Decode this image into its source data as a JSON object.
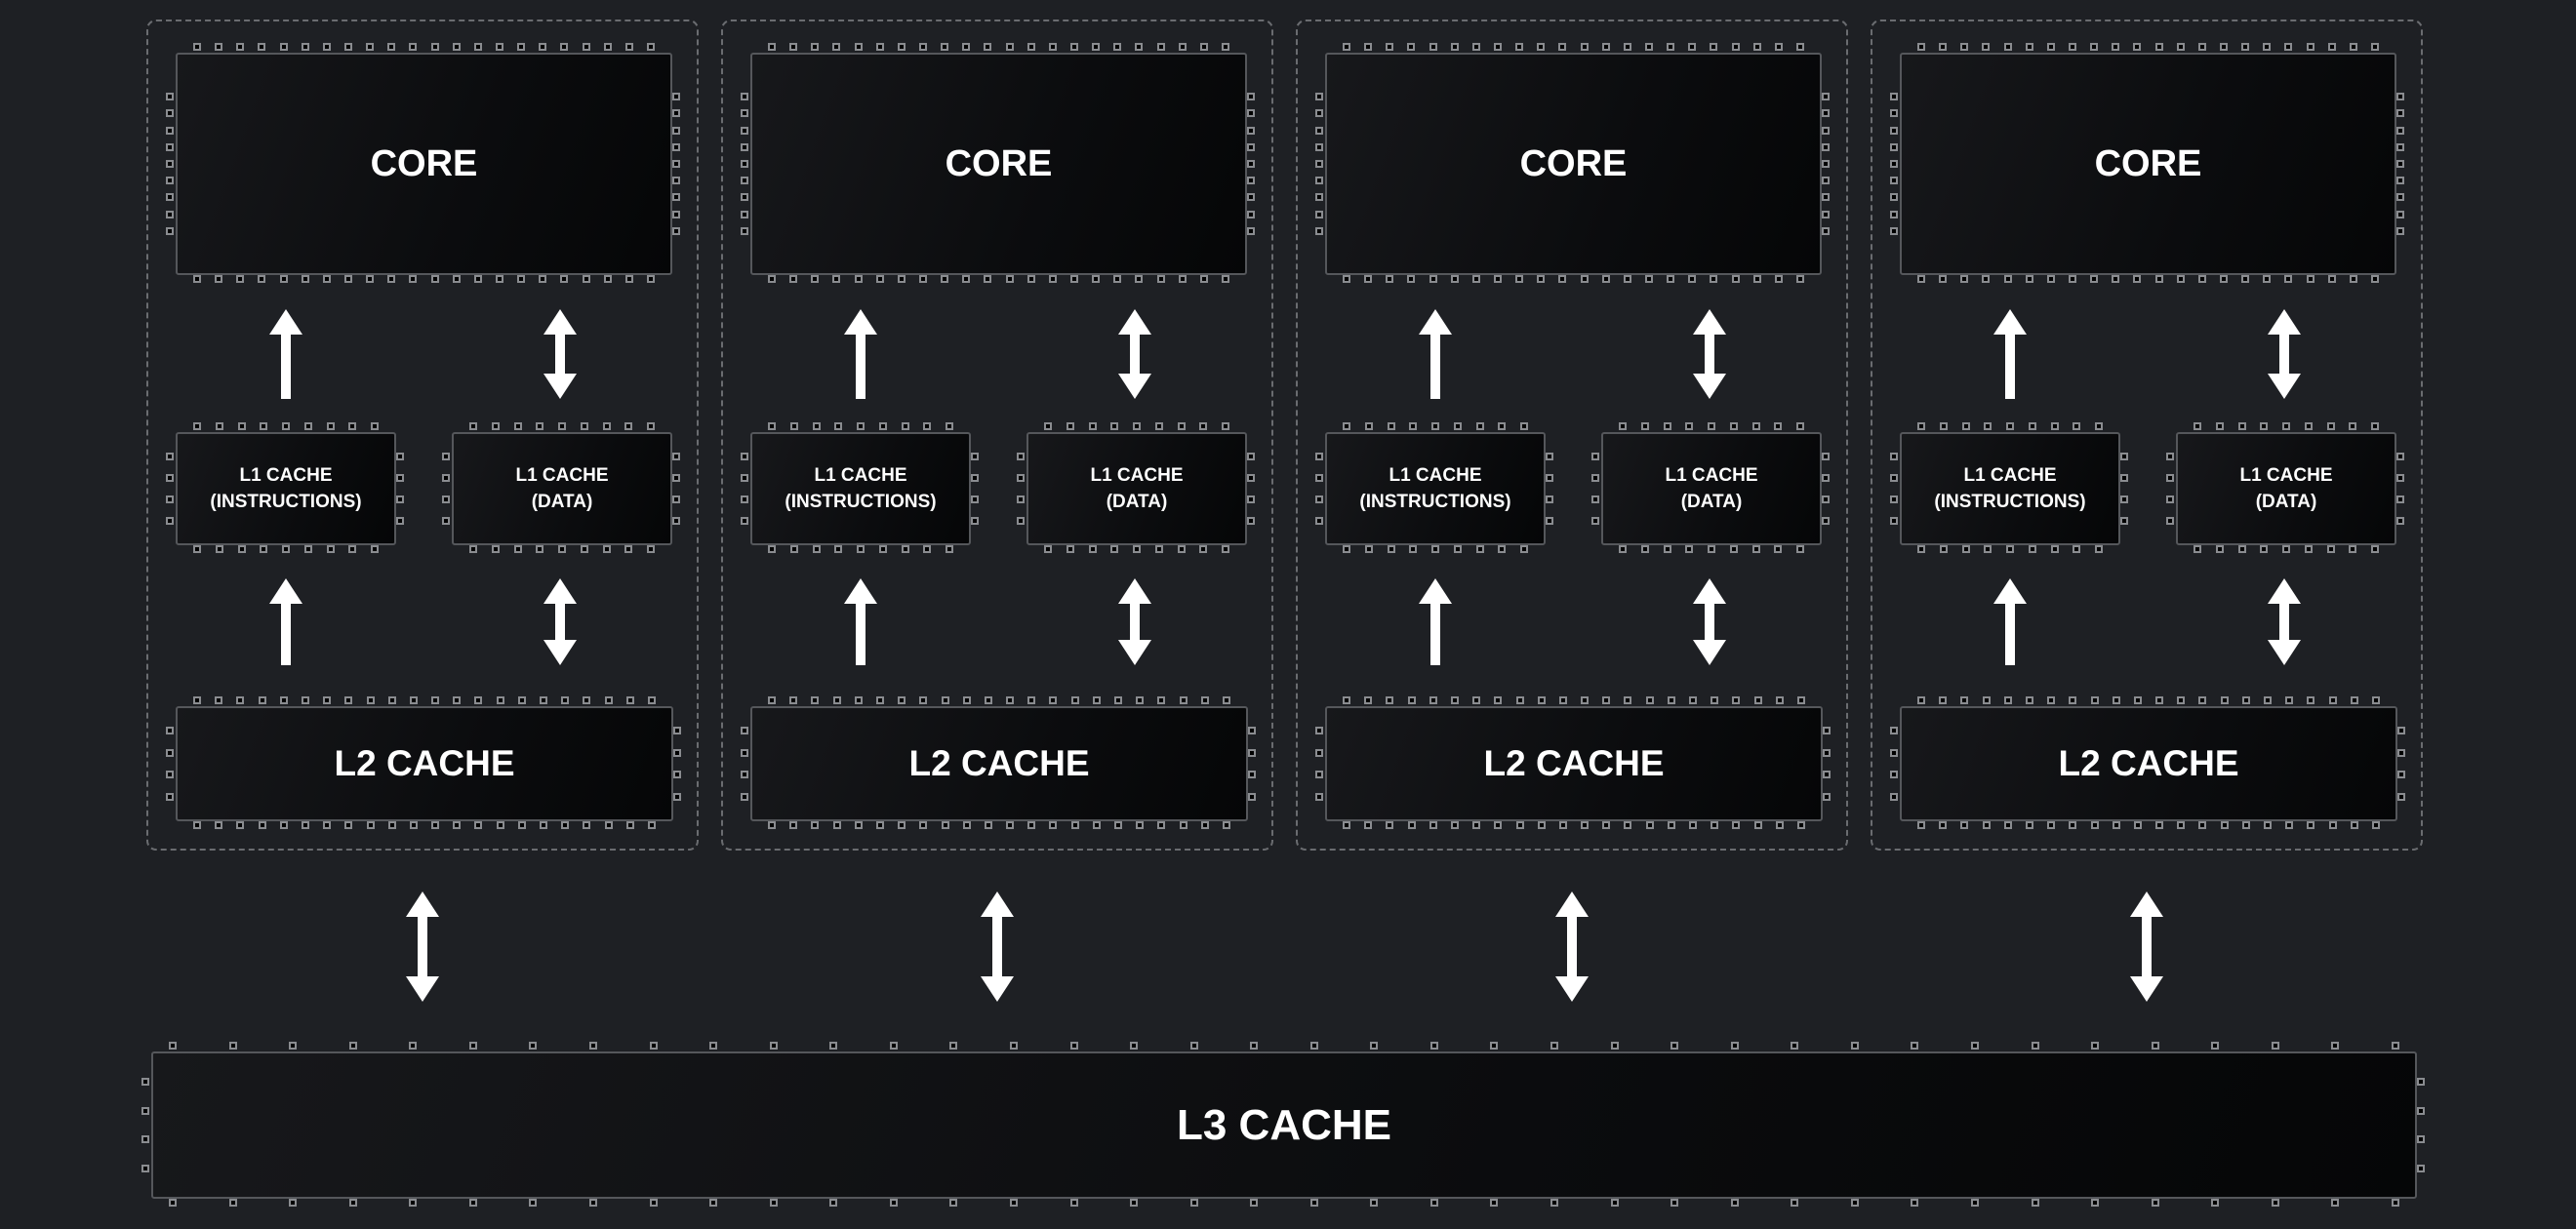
{
  "groups": [
    {
      "core": "CORE",
      "l1_instructions": "L1 CACHE\n(INSTRUCTIONS)",
      "l1_data": "L1 CACHE\n(DATA)",
      "l2": "L2 CACHE"
    },
    {
      "core": "CORE",
      "l1_instructions": "L1 CACHE\n(INSTRUCTIONS)",
      "l1_data": "L1 CACHE\n(DATA)",
      "l2": "L2 CACHE"
    },
    {
      "core": "CORE",
      "l1_instructions": "L1 CACHE\n(INSTRUCTIONS)",
      "l1_data": "L1 CACHE\n(DATA)",
      "l2": "L2 CACHE"
    },
    {
      "core": "CORE",
      "l1_instructions": "L1 CACHE\n(INSTRUCTIONS)",
      "l1_data": "L1 CACHE\n(DATA)",
      "l2": "L2 CACHE"
    }
  ],
  "l3": "L3 CACHE",
  "colors": {
    "background": "#1e2024",
    "chip_border": "#55575b",
    "arrow": "#ffffff",
    "text": "#ffffff"
  }
}
